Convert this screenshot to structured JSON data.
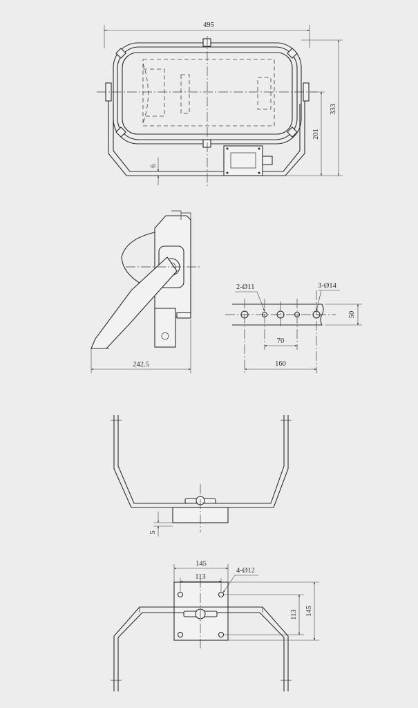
{
  "front_view": {
    "width_label": "495",
    "height_label": "333",
    "center_height_label": "201",
    "offset_label": "6"
  },
  "side_view": {
    "depth_label": "242.5"
  },
  "bracket_hole_detail": {
    "small_holes_label": "2-Ø11",
    "large_holes_label": "3-Ø14",
    "pitch_label": "70",
    "span_label": "160",
    "width_label": "50"
  },
  "bracket_front_view": {
    "offset_label": "5"
  },
  "base_plate_view": {
    "outer_width_label": "145",
    "inner_width_label": "113",
    "holes_label": "4-Ø12",
    "inner_height_label": "113",
    "outer_height_label": "145"
  }
}
